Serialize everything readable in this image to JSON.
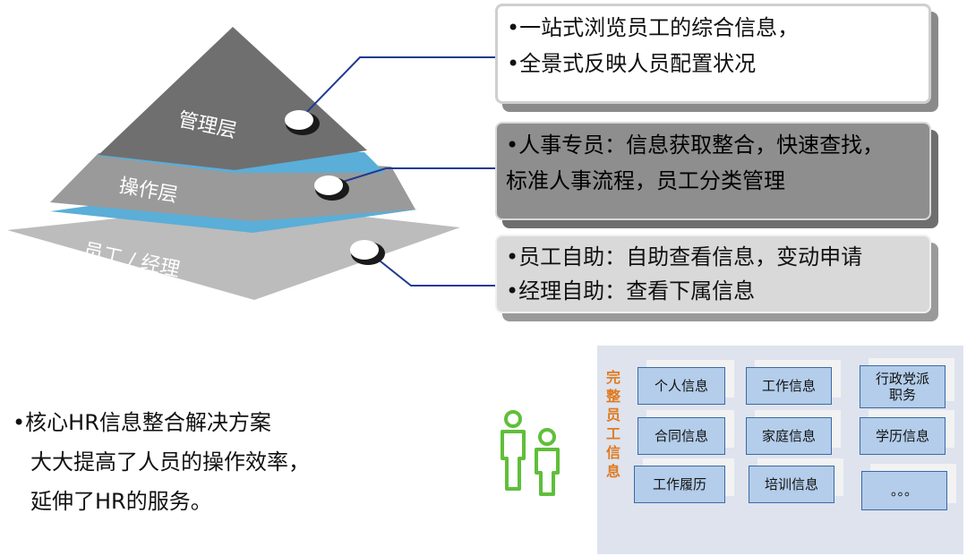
{
  "pyramid": {
    "layers": [
      {
        "label": "管理层"
      },
      {
        "label": "操作层"
      },
      {
        "label": "员工 / 经理"
      }
    ],
    "colors": {
      "top": "#6f6f6f",
      "middle": "#9a9a9a",
      "bottom": "#bcbcbc",
      "band": "#5aaed8",
      "connector": "#1f3a93"
    }
  },
  "callouts": [
    {
      "lines": [
        "•一站式浏览员工的综合信息，",
        "•全景式反映人员配置状况"
      ]
    },
    {
      "lines": [
        "•人事专员：信息获取整合，快速查找，",
        "标准人事流程，员工分类管理"
      ]
    },
    {
      "lines": [
        "•员工自助：自助查看信息，变动申请",
        "•经理自助：查看下属信息"
      ]
    }
  ],
  "summary": {
    "line1": "•核心HR信息整合解决方案",
    "line2": "大大提高了人员的操作效率，",
    "line3": "延伸了HR的服务。"
  },
  "info_panel": {
    "title_chars": [
      "完",
      "整",
      "员",
      "工",
      "信",
      "息"
    ],
    "title_color": "#e07a1f",
    "cards": [
      "个人信息",
      "工作信息",
      "行政党派职务",
      "合同信息",
      "家庭信息",
      "学历信息",
      "工作履历",
      "培训信息",
      "。。。"
    ]
  },
  "people_icon": {
    "name": "people-icon",
    "color": "#5fbf3a"
  }
}
